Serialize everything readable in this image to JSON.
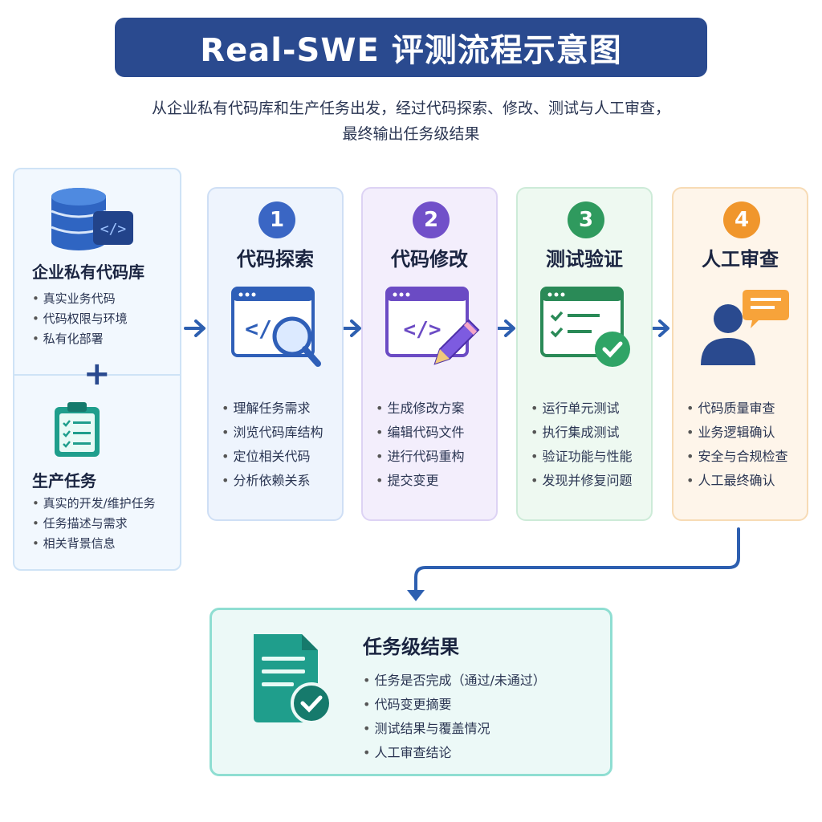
{
  "title": "Real-SWE 评测流程示意图",
  "subtitle": {
    "line1": "从企业私有代码库和生产任务出发，经过代码探索、修改、测试与人工审查，",
    "line2": "最终输出任务级结果"
  },
  "inputs": {
    "repo": {
      "title": "企业私有代码库",
      "items": [
        "真实业务代码",
        "代码权限与环境",
        "私有化部署"
      ]
    },
    "plus": "+",
    "tasks": {
      "title": "生产任务",
      "items": [
        "真实的开发/维护任务",
        "任务描述与需求",
        "相关背景信息"
      ]
    }
  },
  "steps": [
    {
      "num": "1",
      "title": "代码探索",
      "items": [
        "理解任务需求",
        "浏览代码库结构",
        "定位相关代码",
        "分析依赖关系"
      ],
      "color": "#3a66c4",
      "bg": "#eef4fd",
      "border": "#cfdff5"
    },
    {
      "num": "2",
      "title": "代码修改",
      "items": [
        "生成修改方案",
        "编辑代码文件",
        "进行代码重构",
        "提交变更"
      ],
      "color": "#7150c9",
      "bg": "#f3eefc",
      "border": "#ddd3f4"
    },
    {
      "num": "3",
      "title": "测试验证",
      "items": [
        "运行单元测试",
        "执行集成测试",
        "验证功能与性能",
        "发现并修复问题"
      ],
      "color": "#2f9a5e",
      "bg": "#eef9f1",
      "border": "#cdebd8"
    },
    {
      "num": "4",
      "title": "人工审查",
      "items": [
        "代码质量审查",
        "业务逻辑确认",
        "安全与合规检查",
        "人工最终确认"
      ],
      "color": "#f0962c",
      "bg": "#fef5ea",
      "border": "#f7dbb5"
    }
  ],
  "result": {
    "title": "任务级结果",
    "items": [
      "任务是否完成（通过/未通过）",
      "代码变更摘要",
      "测试结果与覆盖情况",
      "人工审查结论"
    ]
  },
  "icons": {
    "database": "database-code-icon",
    "clipboard": "clipboard-checklist-icon",
    "explore": "code-window-magnifier-icon",
    "modify": "code-window-pencil-icon",
    "test": "checklist-window-check-icon",
    "review": "person-chat-icon",
    "result": "document-check-icon",
    "arrow": "arrow-right-icon"
  },
  "colors": {
    "title_bg": "#2a4a8f",
    "arrow": "#2d5fb0",
    "result_border": "#8fded2"
  }
}
